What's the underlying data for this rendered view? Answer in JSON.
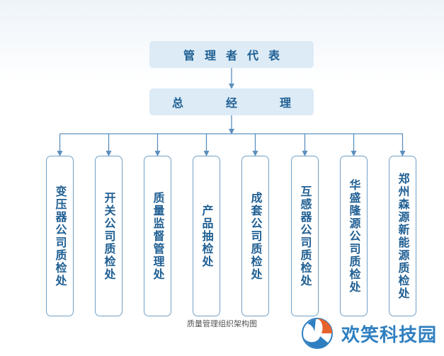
{
  "representative": "管理者代表",
  "general_manager": [
    "总",
    "经",
    "理"
  ],
  "departments": [
    "变压器公司质检处",
    "开关公司质检处",
    "质量监督管理处",
    "产品抽检处",
    "成套公司质检处",
    "互感器公司质检处",
    "华盛隆源公司质检处",
    "郑州森源新能源质检处"
  ],
  "caption": "质量管理组织架构图",
  "watermark": "欢笑科技园",
  "colors": {
    "box_fill": "#dcebf6",
    "text": "#1f5f93",
    "line": "#5a8fbc",
    "border": "#6fa0c8"
  }
}
